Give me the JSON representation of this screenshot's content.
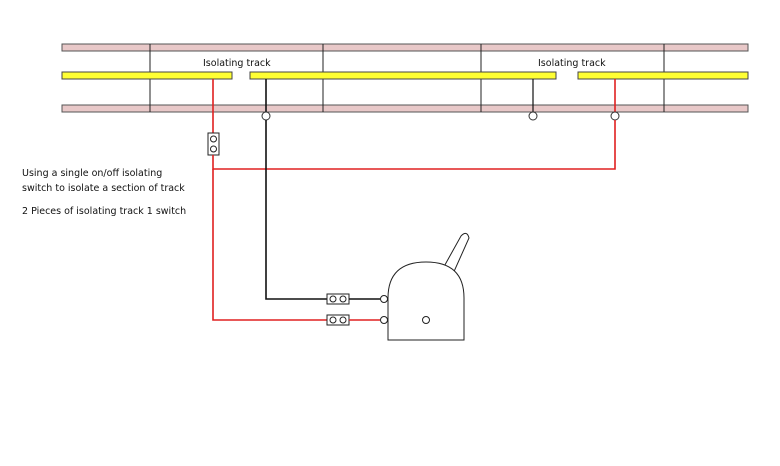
{
  "labels": {
    "isolating_track_left": "Isolating track",
    "isolating_track_right": "Isolating track"
  },
  "caption": {
    "line1": "Using a single on/off isolating",
    "line2": "switch to isolate a section of track",
    "line3": "2 Pieces of isolating track 1 switch"
  },
  "colors": {
    "rail": "#e8c8c8",
    "rail_outline": "#555555",
    "live_rail": "#ffff33",
    "live_rail_outline": "#444444",
    "red_wire": "#e02020",
    "black_wire": "#111111"
  }
}
